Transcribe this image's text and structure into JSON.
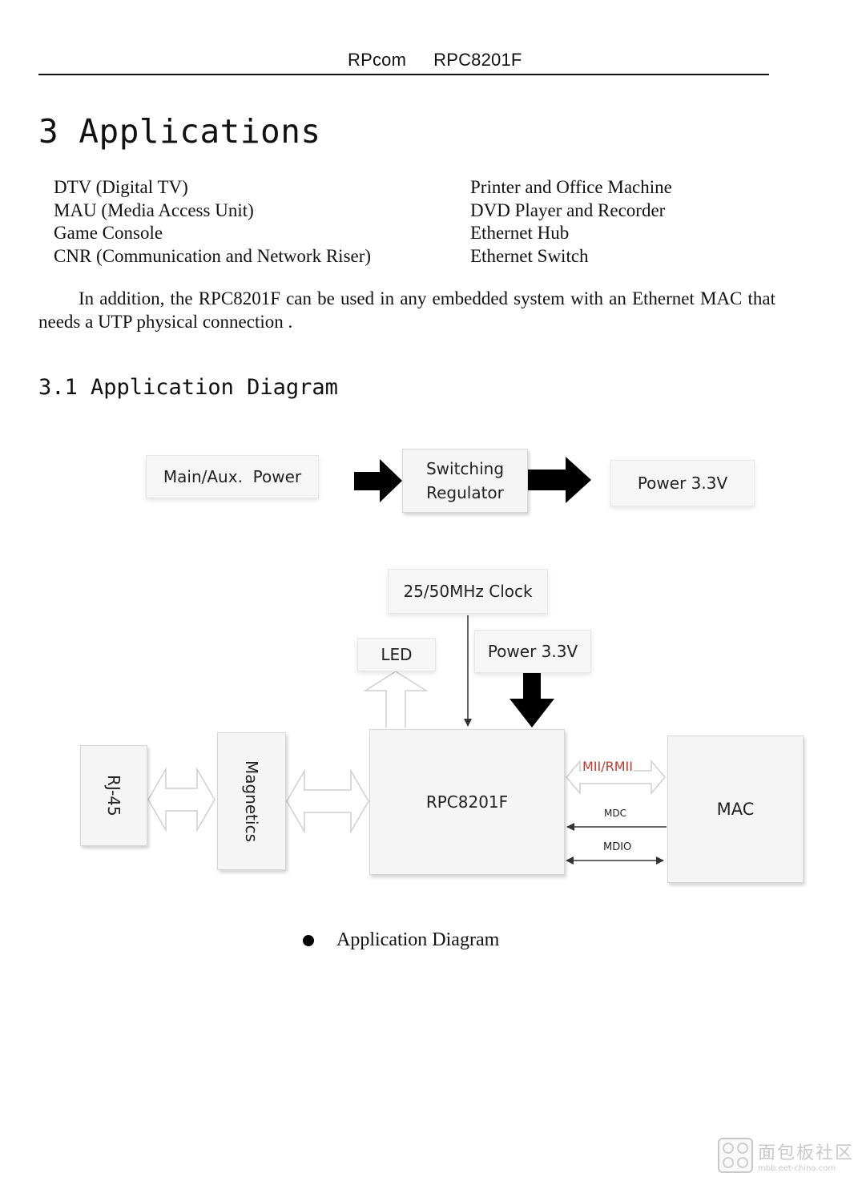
{
  "header": {
    "company": "RPcom",
    "part_number": "RPC8201F"
  },
  "section": {
    "title": "3 Applications",
    "applications_left": [
      "DTV (Digital TV)",
      "MAU (Media Access Unit)",
      "Game Console",
      "CNR (Communication and Network Riser)"
    ],
    "applications_right": [
      "Printer and Office Machine",
      "DVD Player and Recorder",
      "Ethernet Hub",
      "Ethernet Switch"
    ],
    "intro": "In addition, the RPC8201F can be used in any embedded system with an Ethernet MAC that needs a UTP physical connection ."
  },
  "subsection": {
    "title": "3.1 Application Diagram"
  },
  "diagram": {
    "power_source": "Main/Aux.  Power",
    "regulator_line1": "Switching",
    "regulator_line2": "Regulator",
    "power_out": "Power 3.3V",
    "clock": "25/50MHz Clock",
    "led": "LED",
    "chip_power": "Power 3.3V",
    "rj45": "RJ-45",
    "magnetics": "Magnetics",
    "chip": "RPC8201F",
    "mac": "MAC",
    "mii": "MII/RMII",
    "mdc": "MDC",
    "mdio": "MDIO",
    "mii_color": "#c0392b"
  },
  "caption": "Application Diagram",
  "watermark": {
    "text": "面包板社区",
    "url": "mbb.eet-china.com"
  }
}
